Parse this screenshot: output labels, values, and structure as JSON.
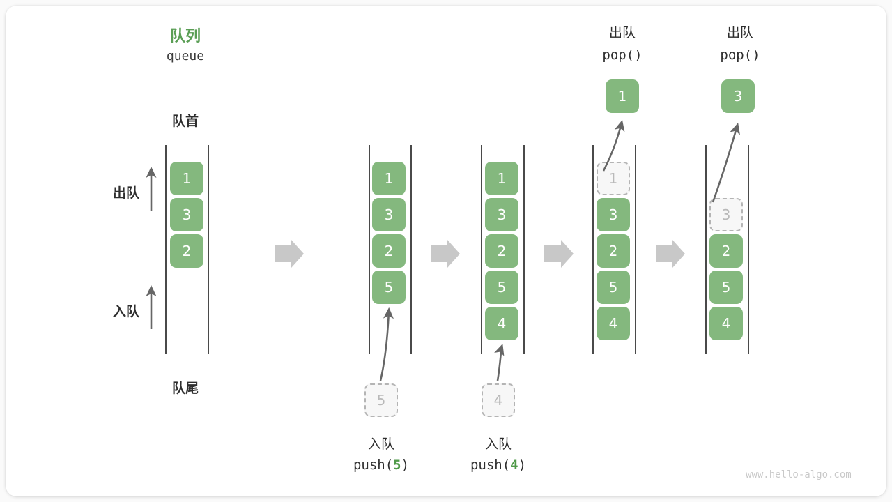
{
  "figure": {
    "title_cn": "队列",
    "title_en": "queue",
    "front_label": "队首",
    "rear_label": "队尾",
    "dequeue_label": "出队",
    "enqueue_label": "入队",
    "watermark": "www.hello-algo.com",
    "accent_green": "#84b87e",
    "title_green": "#5a9e55",
    "ghost_gray": "#b9b9b9",
    "arrow_gray": "#c8c8c8",
    "rail_color": "#4a4a4a"
  },
  "stages": [
    {
      "id": "initial",
      "cells": [
        {
          "value": "1",
          "state": "filled"
        },
        {
          "value": "3",
          "state": "filled"
        },
        {
          "value": "2",
          "state": "filled"
        }
      ],
      "incoming": null,
      "outgoing": null,
      "caption_cn": null,
      "caption_code_prefix": null,
      "caption_code_num": null,
      "caption_code_suffix": null,
      "top_cn": null,
      "top_code": null
    },
    {
      "id": "push-5",
      "cells": [
        {
          "value": "1",
          "state": "filled"
        },
        {
          "value": "3",
          "state": "filled"
        },
        {
          "value": "2",
          "state": "filled"
        },
        {
          "value": "5",
          "state": "filled"
        }
      ],
      "incoming": {
        "value": "5"
      },
      "outgoing": null,
      "caption_cn": "入队",
      "caption_code_prefix": "push(",
      "caption_code_num": "5",
      "caption_code_suffix": ")",
      "top_cn": null,
      "top_code": null
    },
    {
      "id": "push-4",
      "cells": [
        {
          "value": "1",
          "state": "filled"
        },
        {
          "value": "3",
          "state": "filled"
        },
        {
          "value": "2",
          "state": "filled"
        },
        {
          "value": "5",
          "state": "filled"
        },
        {
          "value": "4",
          "state": "filled"
        }
      ],
      "incoming": {
        "value": "4"
      },
      "outgoing": null,
      "caption_cn": "入队",
      "caption_code_prefix": "push(",
      "caption_code_num": "4",
      "caption_code_suffix": ")",
      "top_cn": null,
      "top_code": null
    },
    {
      "id": "pop-1",
      "cells": [
        {
          "value": "1",
          "state": "ghost"
        },
        {
          "value": "3",
          "state": "filled"
        },
        {
          "value": "2",
          "state": "filled"
        },
        {
          "value": "5",
          "state": "filled"
        },
        {
          "value": "4",
          "state": "filled"
        }
      ],
      "incoming": null,
      "outgoing": {
        "value": "1"
      },
      "caption_cn": null,
      "caption_code_prefix": null,
      "caption_code_num": null,
      "caption_code_suffix": null,
      "top_cn": "出队",
      "top_code": "pop()"
    },
    {
      "id": "pop-3",
      "cells": [
        {
          "value": "",
          "state": "empty"
        },
        {
          "value": "3",
          "state": "ghost"
        },
        {
          "value": "2",
          "state": "filled"
        },
        {
          "value": "5",
          "state": "filled"
        },
        {
          "value": "4",
          "state": "filled"
        }
      ],
      "incoming": null,
      "outgoing": {
        "value": "3"
      },
      "caption_cn": null,
      "caption_code_prefix": null,
      "caption_code_num": null,
      "caption_code_suffix": null,
      "top_cn": "出队",
      "top_code": "pop()"
    }
  ],
  "flow_arrows": [
    {
      "name": "flow-arrow-1"
    },
    {
      "name": "flow-arrow-2"
    },
    {
      "name": "flow-arrow-3"
    },
    {
      "name": "flow-arrow-4"
    }
  ]
}
